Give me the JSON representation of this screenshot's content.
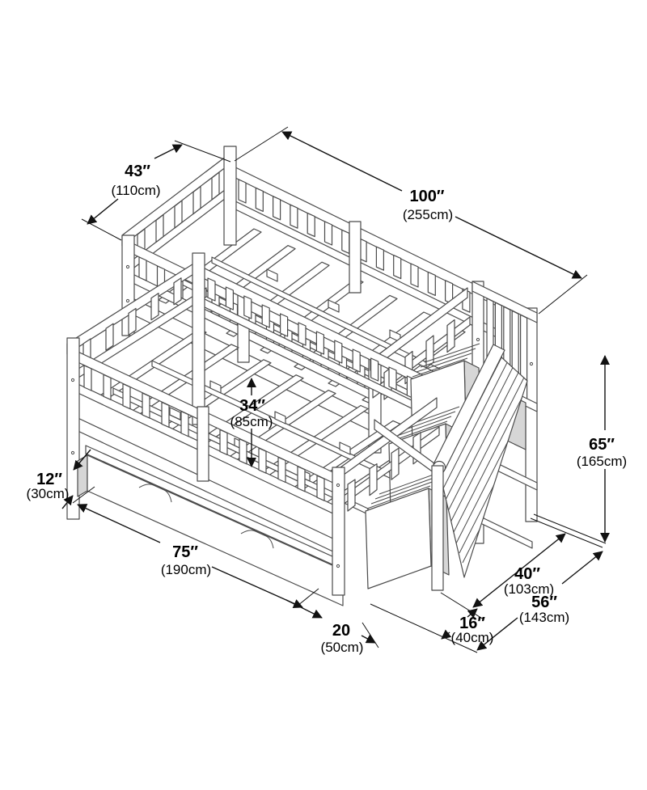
{
  "diagram": {
    "title": "bunk-bed-with-stairs-and-trundle-dimension-drawing",
    "units": {
      "primary": "inches",
      "secondary": "centimeters"
    },
    "dimensions": {
      "d43": {
        "in": "43″",
        "cm": "(110cm)"
      },
      "d100": {
        "in": "100″",
        "cm": "(255cm)"
      },
      "d34": {
        "in": "34″",
        "cm": "(85cm)"
      },
      "d12": {
        "in": "12″",
        "cm": "(30cm)"
      },
      "d65": {
        "in": "65″",
        "cm": "(165cm)"
      },
      "d75": {
        "in": "75″",
        "cm": "(190cm)"
      },
      "d20": {
        "in": "20",
        "cm": "(50cm)"
      },
      "d16": {
        "in": "16″",
        "cm": "(40cm)"
      },
      "d40": {
        "in": "40″",
        "cm": "(103cm)"
      },
      "d56": {
        "in": "56″",
        "cm": "(143cm)"
      }
    }
  }
}
